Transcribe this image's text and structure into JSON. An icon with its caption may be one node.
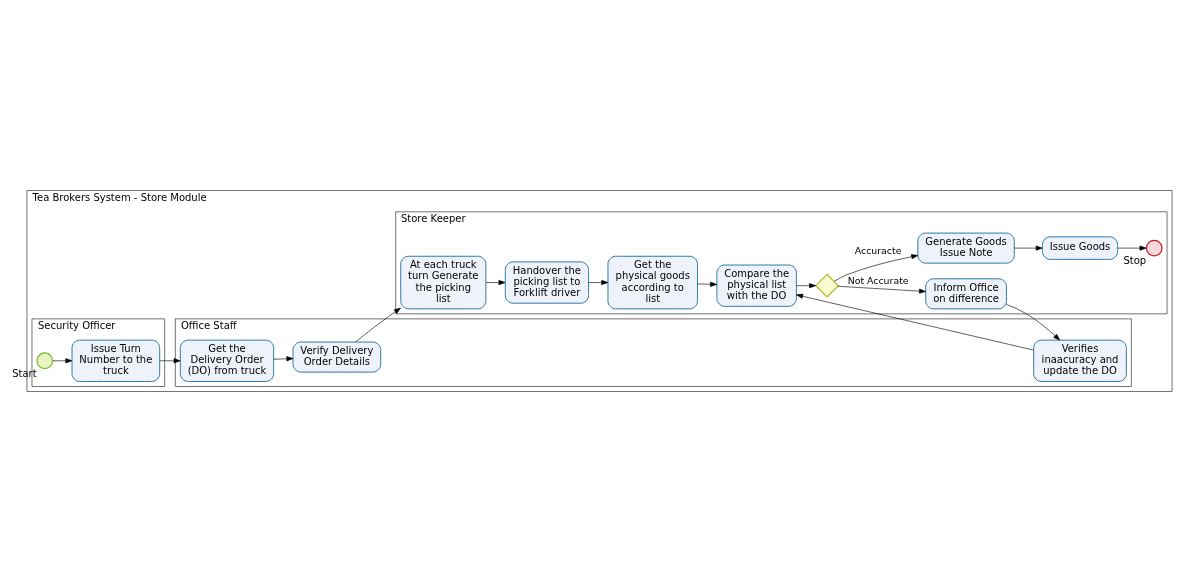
{
  "diagram": {
    "nodes": [
      {
        "text": [
          "Tea Brokers System - Store Module"
        ]
      },
      {
        "text": [
          "Security Officer"
        ],
        "in": 0
      },
      {
        "text": [
          "Office Staff"
        ],
        "in": 0
      },
      {
        "text": [
          "Store Keeper"
        ],
        "in": 0
      },
      {
        "text": [],
        "shape": "circle",
        "beside": [
          "Start"
        ],
        "in": 1
      },
      {
        "text": [
          "Issue Turn Number to the truck"
        ],
        "in": 1
      },
      {
        "text": [
          "Get the Delivery Order (DO) from truck"
        ],
        "in": 2
      },
      {
        "text": [
          "Verify Delivery Order Details"
        ],
        "in": 2
      },
      {
        "text": [
          "Verifies inaacuracy and update the DO"
        ],
        "in": 2
      },
      {
        "text": [
          "At each truck turn Generate the picking list"
        ],
        "in": 3
      },
      {
        "text": [
          "Handover the picking list to Forklift driver"
        ],
        "in": 3
      },
      {
        "text": [
          "Inform Office on difference"
        ],
        "in": 3
      },
      {
        "text": [
          "Issue Goods"
        ],
        "in": 3
      },
      {
        "text": [],
        "shape": "circle",
        "beside": [
          "Stop"
        ],
        "in": 3
      },
      {
        "text": [
          "Get the physical goods according to list"
        ],
        "in": 3
      },
      {
        "text": [
          "Compare the physical list with the DO"
        ],
        "in": 3
      },
      {
        "text": [],
        "shape": "diamond",
        "in": 3
      },
      {
        "text": [
          "Generate Goods Issue Note"
        ],
        "in": 3
      }
    ],
    "edges": [
      {
        "from": 4,
        "to": 5,
        "arrow": "to"
      },
      {
        "from": 5,
        "to": 6,
        "arrow": "to"
      },
      {
        "from": 6,
        "to": 7,
        "arrow": "to"
      },
      {
        "from": 7,
        "to": 9,
        "arrow": "to"
      },
      {
        "from": 9,
        "to": 10,
        "arrow": "to"
      },
      {
        "from": 10,
        "to": 14,
        "arrow": "to"
      },
      {
        "from": 14,
        "to": 15,
        "arrow": "to"
      },
      {
        "from": 15,
        "to": 16,
        "arrow": "to"
      },
      {
        "from": 16,
        "to": 11,
        "arrow": "to",
        "label": "Not Accurate"
      },
      {
        "from": 16,
        "to": 17,
        "arrow": "to",
        "label": "Accuracte"
      },
      {
        "from": 11,
        "to": 8,
        "arrow": "to"
      },
      {
        "from": 8,
        "to": 15,
        "arrow": "to"
      },
      {
        "from": 17,
        "to": 12,
        "arrow": "to"
      },
      {
        "from": 12,
        "to": 13,
        "arrow": "to"
      }
    ]
  }
}
